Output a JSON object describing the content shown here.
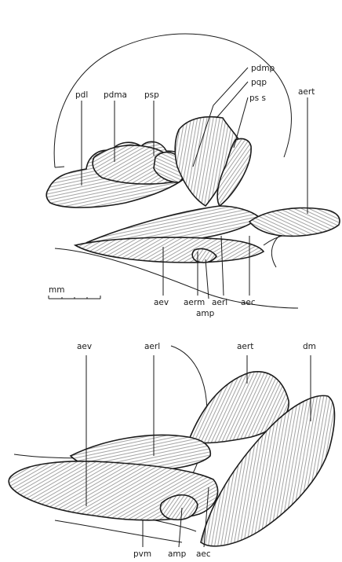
{
  "figure_top": {
    "labels": {
      "pdmp": "pdmp",
      "pqp": "pqp",
      "pdl": "pdl",
      "pdma": "pdma",
      "psp": "psp",
      "pss": "ps s",
      "aert": "aert",
      "aev": "aev",
      "aerm": "aerm",
      "aerl": "aerl",
      "aec": "aec",
      "amp": "amp"
    },
    "scale_bar": "mm"
  },
  "figure_bottom": {
    "labels": {
      "aev": "aev",
      "aerl": "aerl",
      "aert": "aert",
      "dm": "dm",
      "pvm": "pvm",
      "amp": "amp",
      "aec": "aec"
    }
  }
}
